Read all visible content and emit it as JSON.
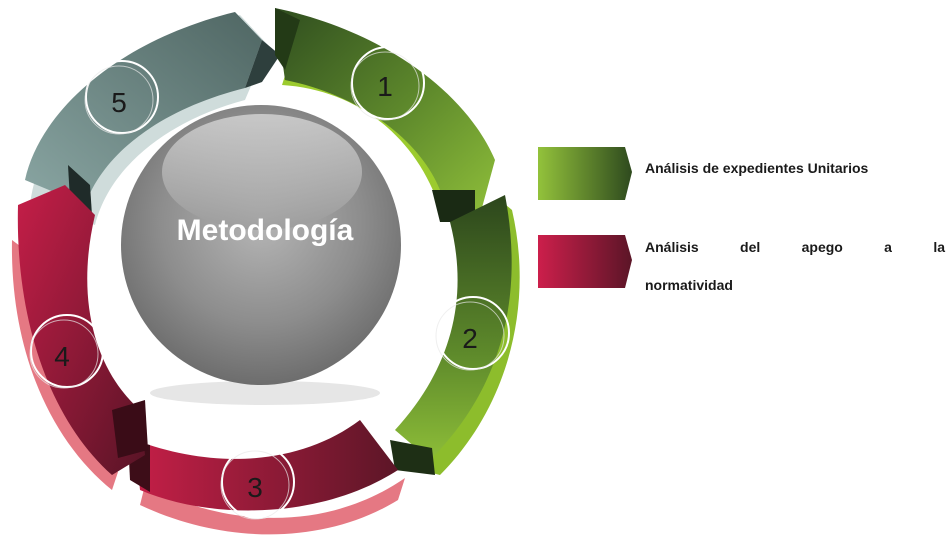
{
  "center": {
    "label": "Metodología"
  },
  "steps": [
    {
      "number": "1",
      "name": "step-1",
      "group": "green"
    },
    {
      "number": "2",
      "name": "step-2",
      "group": "green"
    },
    {
      "number": "3",
      "name": "step-3",
      "group": "crimson"
    },
    {
      "number": "4",
      "name": "step-4",
      "group": "crimson"
    },
    {
      "number": "5",
      "name": "step-5",
      "group": "slate"
    }
  ],
  "legend": {
    "green": {
      "label": "Análisis de expedientes Unitarios",
      "color": "#7aa83a"
    },
    "crimson": {
      "label_line1": "Análisis del apego a la",
      "label_line2": "normatividad",
      "color": "#a82345"
    }
  },
  "colors": {
    "green_light": "#9cc63b",
    "green_dark": "#2e4a1e",
    "crimson_light": "#c8214a",
    "crimson_dark": "#5a1526",
    "slate_light": "#7f9c9a",
    "slate_dark": "#566e6c",
    "sphere": "#8a8a8a"
  }
}
